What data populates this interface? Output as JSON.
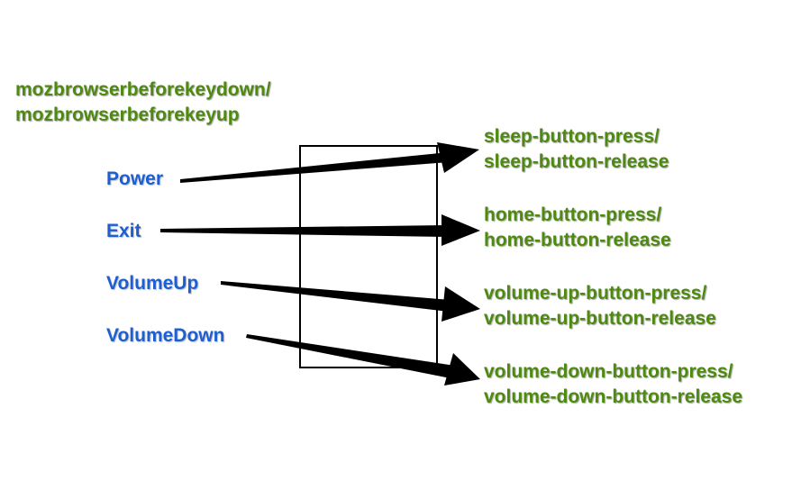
{
  "header": {
    "line1": "mozbrowserbeforekeydown/",
    "line2": "mozbrowserbeforekeyup"
  },
  "keys": [
    {
      "label": "Power"
    },
    {
      "label": "Exit"
    },
    {
      "label": "VolumeUp"
    },
    {
      "label": "VolumeDown"
    }
  ],
  "events": [
    {
      "line1": "sleep-button-press/",
      "line2": "sleep-button-release"
    },
    {
      "line1": "home-button-press/",
      "line2": "home-button-release"
    },
    {
      "line1": "volume-up-button-press/",
      "line2": "volume-up-button-release"
    },
    {
      "line1": "volume-down-button-press/",
      "line2": "volume-down-button-release"
    }
  ],
  "colors": {
    "event_text": "#4f8a10",
    "key_text": "#1d5fd1",
    "arrow": "#000000",
    "box": "#000000"
  }
}
